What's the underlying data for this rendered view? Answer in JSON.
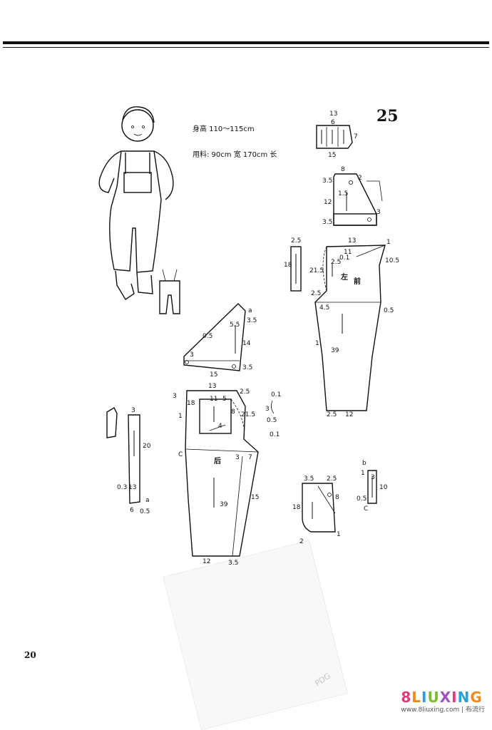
{
  "pattern_number": "25",
  "page_number": "20",
  "specs": {
    "height": "身高 110～115cm",
    "fabric": "用料: 90cm 宽 170cm 长"
  },
  "panels": {
    "front_label_left": "左",
    "front_label": "前",
    "back_label": "后"
  },
  "measurements": {
    "small_top": [
      "13",
      "6",
      "7",
      "15"
    ],
    "bib": [
      "8",
      "3.5",
      "2",
      "1.5",
      "12",
      "3.5",
      "3"
    ],
    "front_strip": [
      "2.5",
      "18"
    ],
    "front": [
      "13",
      "1",
      "11",
      "10.5",
      "2.5",
      "21.5",
      "2.5",
      "4.5",
      "0.5",
      "1",
      "39",
      "2.5",
      "12",
      "0.1"
    ],
    "back_bib": [
      "a",
      "3.5",
      "5.5",
      "0.5",
      "14",
      "3",
      "15",
      "3.5"
    ],
    "back": [
      "13",
      "3",
      "18",
      "11",
      "5",
      "2.5",
      "4",
      "8",
      "21.5",
      "1",
      "C",
      "3",
      "7",
      "15",
      "39",
      "12",
      "3.5"
    ],
    "back_side": [
      "0.1",
      "3",
      "0.5",
      "0.1"
    ],
    "strap": [
      "3",
      "20",
      "0.3",
      "13",
      "a",
      "6",
      "0.5"
    ],
    "pocket": [
      "3.5",
      "2.5",
      "8",
      "18",
      "2",
      "1"
    ],
    "small_piece": [
      "b",
      "1",
      "3",
      "10",
      "0.5",
      "C"
    ]
  },
  "logo": {
    "chars": [
      "8",
      "L",
      "I",
      "U",
      "X",
      "I",
      "N",
      "G"
    ],
    "url": "www.8liuxing.com | 布流行"
  },
  "watermark": "PDG",
  "colors": {
    "ink": "#111111",
    "logo": [
      "#e23b7a",
      "#f08a1c",
      "#2aa0d8",
      "#7dbb2f",
      "#a34fc2",
      "#e23b7a",
      "#2aa0d8",
      "#f08a1c"
    ]
  }
}
